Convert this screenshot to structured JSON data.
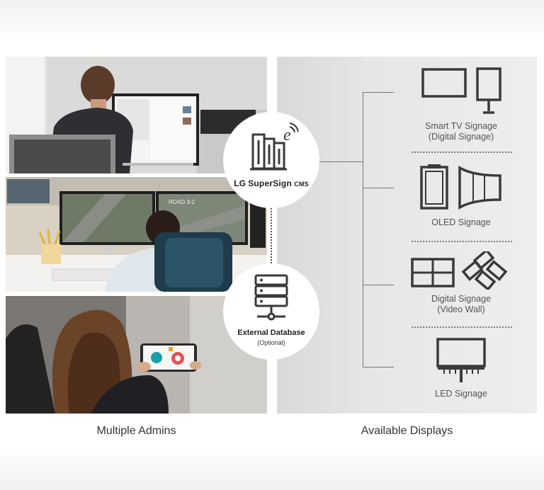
{
  "cms": {
    "brand": "LG",
    "product": "SuperSign",
    "suffix": "CMS",
    "icon": "building-wireless-icon"
  },
  "database": {
    "title": "External Database",
    "subtitle": "(Optional)",
    "icon": "server-database-icon"
  },
  "photos": {
    "office_screen_text": "",
    "traffic_road_text": "ROAD 3-2"
  },
  "displays": [
    {
      "label": "Smart TV Signage\n(Digital Signage)",
      "icons": [
        "landscape-display-icon",
        "portrait-stand-display-icon"
      ]
    },
    {
      "label": "OLED Signage",
      "icons": [
        "transparent-oled-icon",
        "curved-oled-icon"
      ]
    },
    {
      "label": "Digital Signage\n(Video Wall)",
      "icons": [
        "video-wall-grid-icon",
        "diamond-video-wall-icon"
      ]
    },
    {
      "label": "LED Signage",
      "icons": [
        "led-billboard-icon"
      ]
    }
  ],
  "captions": {
    "left": "Multiple Admins",
    "right": "Available Displays"
  },
  "colors": {
    "icon_stroke": "#3a3a3a",
    "connector": "#777777",
    "hub_fill": "#ffffff"
  }
}
